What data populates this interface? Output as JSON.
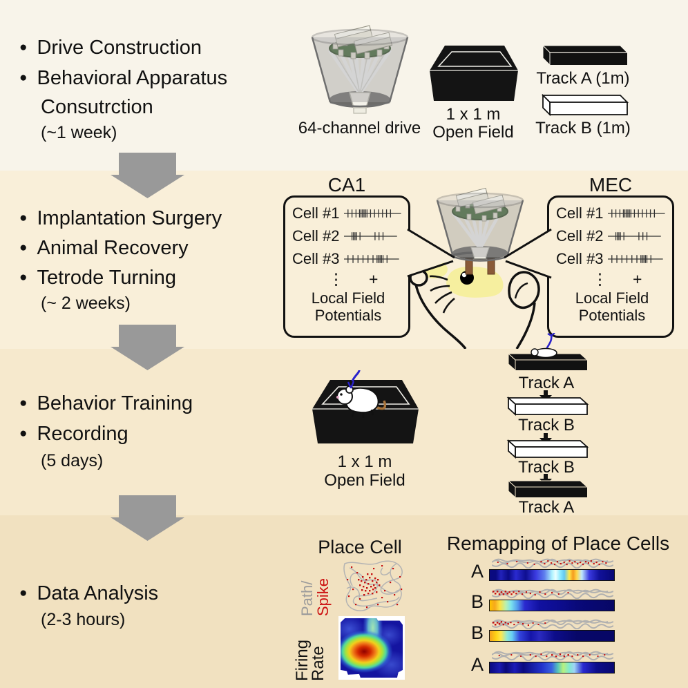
{
  "glyphs": {
    "bullet": "●",
    "vdots": "⋮",
    "plus": "+"
  },
  "palette": {
    "band1_bg": "#f8f4ea",
    "band2_bg": "#f9efd9",
    "band3_bg": "#f6e9cd",
    "band4_bg": "#f1e1c0",
    "arrow_gray": "#999999",
    "spike_red": "#cc1111",
    "path_gray": "#b0b0b0",
    "heat_navy": "#0d0d90",
    "drive_green": "#3a6330",
    "rat_yellow": "#f6ef9f",
    "cable_blue": "#2a22cc"
  },
  "sections": {
    "construction": {
      "bullet1": "Drive Construction",
      "bullet2_line1": "Behavioral Apparatus",
      "bullet2_line2": "Consutrction",
      "duration": "(~1 week)",
      "drive_label": "64-channel drive",
      "open_field_line1": "1 x 1 m",
      "open_field_line2": "Open Field",
      "track_a_label": "Track A (1m)",
      "track_b_label": "Track B (1m)"
    },
    "surgery": {
      "bullet1": "Implantation Surgery",
      "bullet2": "Animal Recovery",
      "bullet3": "Tetrode Turning",
      "duration": "(~ 2 weeks)",
      "ca1_title": "CA1",
      "mec_title": "MEC",
      "cell_labels": [
        "Cell #1",
        "Cell #2",
        "Cell #3"
      ],
      "lfp_line1": "Local Field",
      "lfp_line2": "Potentials"
    },
    "training": {
      "bullet1": "Behavior Training",
      "bullet2": "Recording",
      "duration": "(5 days)",
      "open_field_line1": "1 x 1 m",
      "open_field_line2": "Open Field",
      "sequence": [
        "Track A",
        "Track B",
        "Track B",
        "Track A"
      ]
    },
    "analysis": {
      "bullet1": "Data Analysis",
      "duration": "(2-3 hours)",
      "place_cell_title": "Place Cell",
      "path_label": "Path/",
      "spike_label": "Spike",
      "firing_line1": "Firing",
      "firing_line2": "Rate",
      "remapping_title": "Remapping of Place Cells",
      "row_labels": [
        "A",
        "B",
        "B",
        "A"
      ],
      "heat_peak_positions": [
        0.65,
        0.1,
        0.08,
        0.6
      ]
    }
  }
}
